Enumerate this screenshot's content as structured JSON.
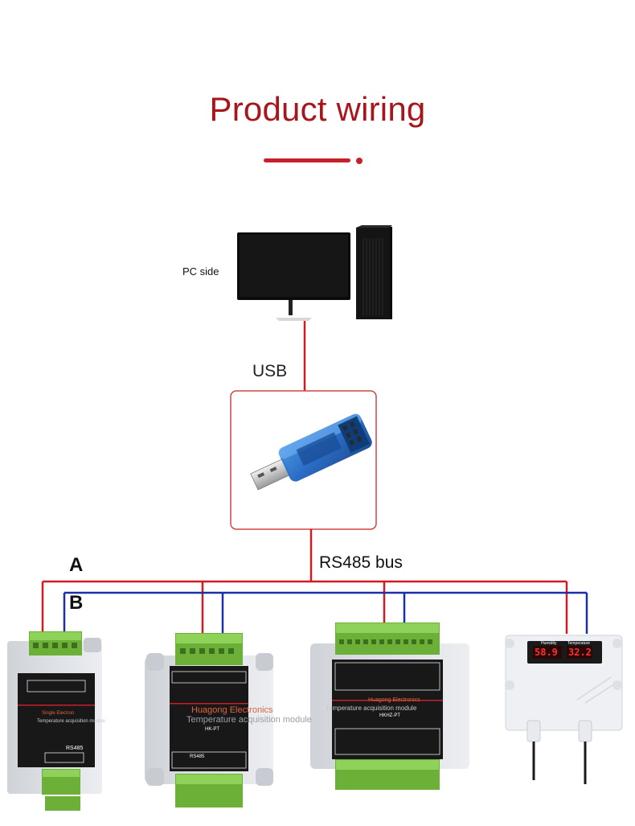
{
  "title": "Product wiring",
  "labels": {
    "pc_side": "PC side",
    "usb": "USB",
    "rs485_bus": "RS485 bus",
    "line_a": "A",
    "line_b": "B"
  },
  "modules": {
    "module1": {
      "brand": "Single Electron",
      "subtitle": "Temperature acquisition module",
      "port": "RS485"
    },
    "module2": {
      "brand": "Huagong Electronics",
      "subtitle": "Temperature acquisition module",
      "model": "HK-PT",
      "port": "RS485"
    },
    "module3": {
      "brand": "Huagong Electronics",
      "subtitle": "Temperature acquisition module",
      "model": "HKHZ-PT"
    },
    "module4": {
      "humidity_label": "Humidity",
      "temperature_label": "Temperature",
      "humidity_value": "58.9",
      "temperature_value": "32.2"
    }
  },
  "colors": {
    "title": "#a8161c",
    "line_a": "#d21a22",
    "line_b": "#1c2ea8",
    "terminal": "#7cc142",
    "module_body": "#1a1a1a"
  }
}
